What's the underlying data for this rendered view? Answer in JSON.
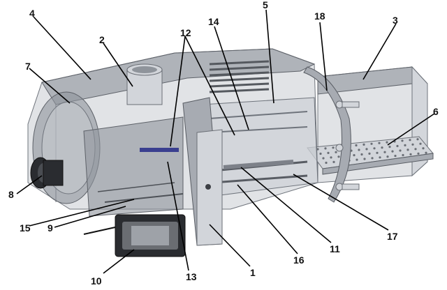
{
  "figure": {
    "labels": [
      {
        "id": "1",
        "text": "1"
      },
      {
        "id": "2",
        "text": "2"
      },
      {
        "id": "3",
        "text": "3"
      },
      {
        "id": "4",
        "text": "4"
      },
      {
        "id": "5",
        "text": "5"
      },
      {
        "id": "6",
        "text": "6"
      },
      {
        "id": "7",
        "text": "7"
      },
      {
        "id": "8",
        "text": "8"
      },
      {
        "id": "9",
        "text": "9"
      },
      {
        "id": "10",
        "text": "10"
      },
      {
        "id": "11",
        "text": "11"
      },
      {
        "id": "12",
        "text": "12"
      },
      {
        "id": "13",
        "text": "13"
      },
      {
        "id": "14",
        "text": "14"
      },
      {
        "id": "15",
        "text": "15"
      },
      {
        "id": "16",
        "text": "16"
      },
      {
        "id": "17",
        "text": "17"
      },
      {
        "id": "18",
        "text": "18"
      }
    ]
  },
  "colors": {
    "housing": "#c9ccd2",
    "frame": "#a7abb2",
    "plate": "#d2d5da",
    "connector": "#2a2c30",
    "leader": "#000000"
  }
}
